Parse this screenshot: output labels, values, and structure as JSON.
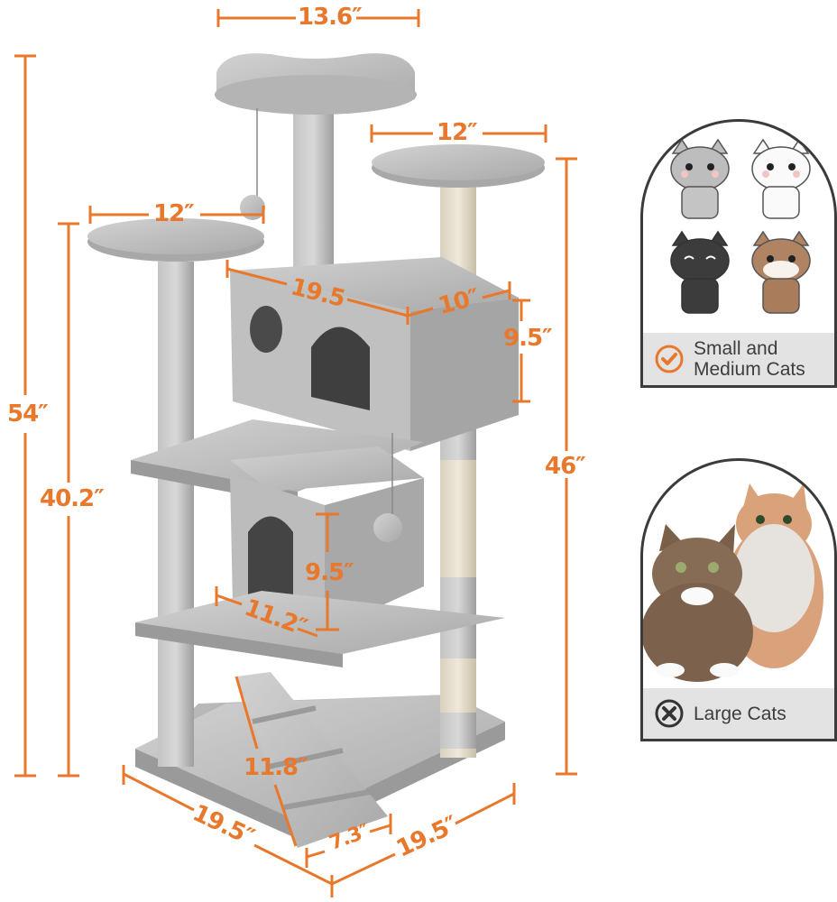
{
  "product": {
    "name": "Cat tree (light gray plush)",
    "colors": {
      "fur": "#bdbdbd",
      "sisal": "#e4dccb",
      "dimension": "#e8782b",
      "panel_border": "#3b3b3b",
      "panel_footer": "#e3e3e3"
    }
  },
  "dimensions": {
    "top_perch_width": "13.6″",
    "right_platform_width": "12″",
    "left_platform_width": "12″",
    "condo_length": "19.5",
    "condo_depth": "10″",
    "upper_condo_height": "9.5″",
    "total_height": "54″",
    "left_post_height": "40.2″",
    "right_post_height": "46″",
    "lower_condo_height": "9.5″",
    "lower_condo_width": "11.2″",
    "ramp_length": "11.8″",
    "ramp_width": "7.3″",
    "base_left": "19.5″",
    "base_right": "19.5″"
  },
  "panels": {
    "suitable": {
      "label_line1": "Small and",
      "label_line2": "Medium Cats",
      "icon": "check-circle-icon"
    },
    "unsuitable": {
      "label": "Large Cats",
      "icon": "x-circle-icon"
    }
  }
}
